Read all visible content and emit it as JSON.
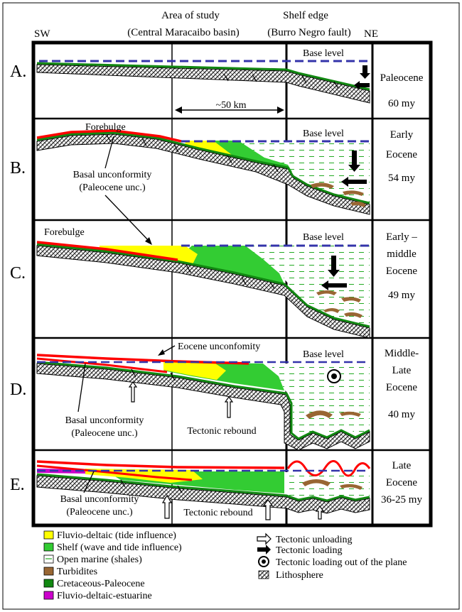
{
  "header": {
    "sw": "SW",
    "ne": "NE",
    "area_line1": "Area of study",
    "area_line2": "(Central Maracaibo basin)",
    "shelf_line1": "Shelf edge",
    "shelf_line2": "(Burro Negro fault)"
  },
  "scale_label": "~50 km",
  "rows": [
    {
      "letter": "A.",
      "era": [
        "Paleocene",
        "60 my"
      ],
      "labels": [
        "Base level"
      ]
    },
    {
      "letter": "B.",
      "era": [
        "Early",
        "Eocene",
        "54 my"
      ],
      "labels": [
        "Base level",
        "Forebulge",
        "Basal unconformity",
        "(Paleocene unc.)"
      ]
    },
    {
      "letter": "C.",
      "era": [
        "Early –",
        "middle",
        "Eocene",
        "49 my"
      ],
      "labels": [
        "Base level",
        "Forebulge"
      ]
    },
    {
      "letter": "D.",
      "era": [
        "Middle-",
        "Late",
        "Eocene",
        "40 my"
      ],
      "labels": [
        "Base level",
        "Eocene unconfomity",
        "Basal unconformity",
        "(Paleocene unc.)",
        "Tectonic rebound"
      ]
    },
    {
      "letter": "E.",
      "era": [
        "Late",
        "Eocene",
        "36-25 my"
      ],
      "labels": [
        "Basal unconformity",
        "(Paleocene unc.)",
        "Tectonic rebound"
      ]
    }
  ],
  "legend_left": [
    {
      "label": "Fluvio-deltaic (tide influence)",
      "color": "#ffff00"
    },
    {
      "label": "Shelf (wave and tide influence)",
      "color": "#33cc33"
    },
    {
      "label": "Open marine (shales)",
      "color": "#ffffff"
    },
    {
      "label": "Turbidites",
      "color": "#996633"
    },
    {
      "label": "Cretaceous-Paleocene",
      "color": "#118811"
    },
    {
      "label": "Fluvio-deltaic-estuarine",
      "color": "#cc00cc"
    }
  ],
  "legend_right": [
    {
      "label": "Tectonic unloading",
      "icon": "hollow-arrow-icon"
    },
    {
      "label": "Tectonic loading",
      "icon": "solid-arrow-icon"
    },
    {
      "label": "Tectonic loading out of the plane",
      "icon": "target-circle-icon"
    },
    {
      "label": "Lithosphere",
      "icon": "hatch-swatch-icon"
    }
  ],
  "colors": {
    "base_level": "#3333aa",
    "unconformity": "#ff0000",
    "shelf": "#33cc33",
    "fluvio": "#ffff00",
    "cret": "#118811",
    "turbidite": "#996633",
    "open_marine_dash": "#22aa22"
  }
}
